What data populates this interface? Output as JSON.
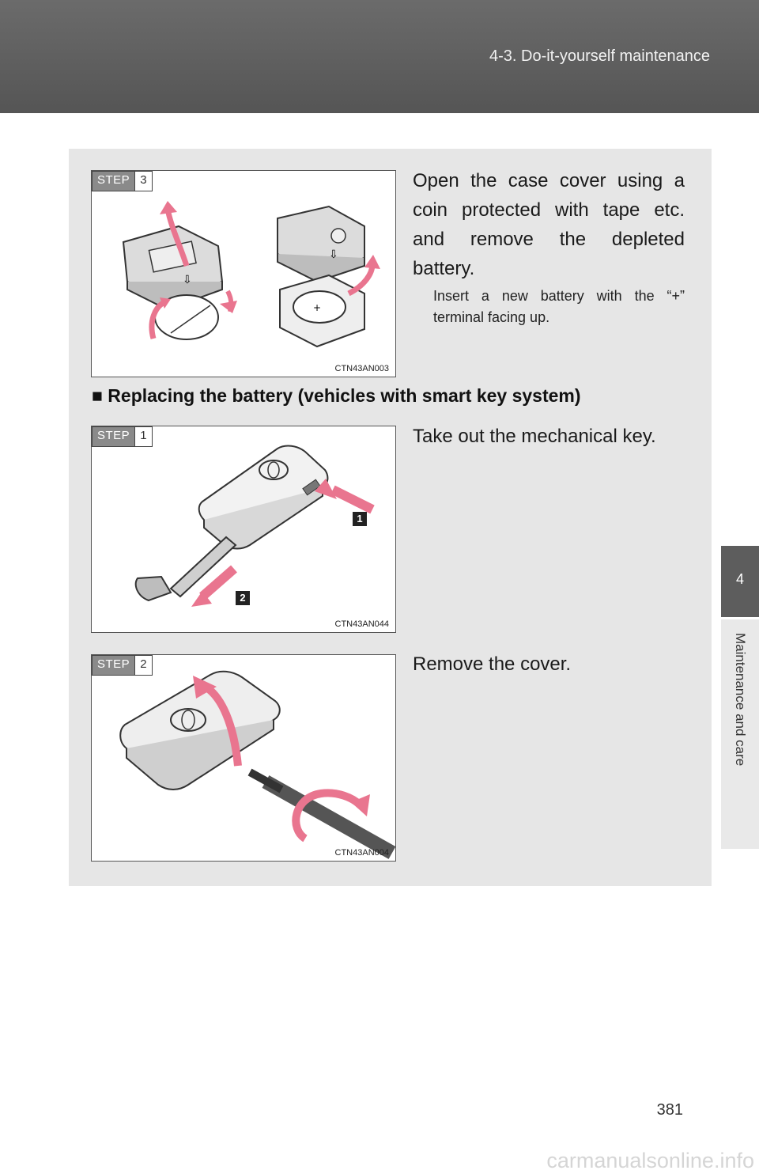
{
  "header": {
    "section_title": "4-3. Do-it-yourself maintenance"
  },
  "side_tab": {
    "chapter_number": "4",
    "chapter_label": "Maintenance and care"
  },
  "steps": [
    {
      "step_label": "STEP",
      "step_number": "3",
      "figure_code": "CTN43AN003",
      "text": "Open the case cover using a coin protected with tape etc. and remove the depleted battery.",
      "note": "Insert a new battery with the “+” terminal facing up."
    },
    {
      "step_label": "STEP",
      "step_number": "1",
      "figure_code": "CTN43AN044",
      "text": "Take out the mechanical key.",
      "callouts": [
        "1",
        "2"
      ]
    },
    {
      "step_label": "STEP",
      "step_number": "2",
      "figure_code": "CTN43AN004",
      "text": "Remove the cover."
    }
  ],
  "section": {
    "bullet": "■",
    "heading": "Replacing the battery (vehicles with smart key system)"
  },
  "page_number": "381",
  "watermark": "carmanualsonline.info",
  "colors": {
    "header_bg": "#5f5f5f",
    "content_bg": "#e6e6e6",
    "arrow_pink": "#e9758f",
    "step_badge_bg": "#8a8a8a"
  }
}
